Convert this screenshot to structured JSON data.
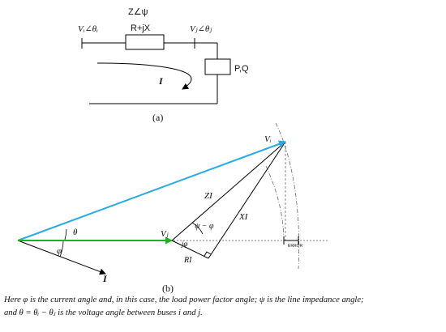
{
  "panel_a": {
    "impedance_label": "Z∠ψ",
    "impedance_value": "R+jX",
    "vi_label": "Vᵢ∠θᵢ",
    "vj_label": "Vⱼ∠θⱼ",
    "load_label": "P,Q",
    "current_label": "I",
    "panel_label": "(a)"
  },
  "panel_b": {
    "vi_label": "Vᵢ",
    "vj_label": "Vⱼ",
    "zi_label": "ZI",
    "xi_label": "XI",
    "ri_label": "RI",
    "psi_phi_label": "ψ − φ",
    "jphi_label": "jφ",
    "theta_label": "θ",
    "phi_label": "φ",
    "current_label": "I",
    "error_label": "ERROR",
    "panel_label": "(b)"
  },
  "caption": {
    "line1": "Here  φ  is the current angle and, in this case, the load power factor angle;  ψ  is the line impedance angle;",
    "line2": "and  θ = θᵢ − θⱼ is the voltage angle between buses i and j."
  },
  "colors": {
    "vi_vector": "#29abe2",
    "vj_vector": "#1bb31b",
    "lines": "#000000"
  }
}
